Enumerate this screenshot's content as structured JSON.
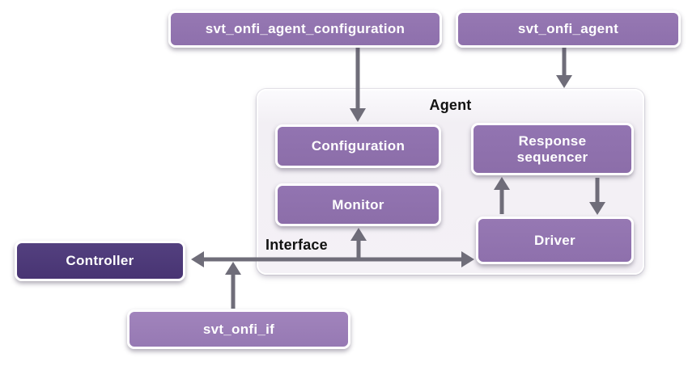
{
  "diagram": {
    "description": "ONFI VIP agent block diagram"
  },
  "nodes": {
    "svt_onfi_agent_configuration": {
      "label": "svt_onfi_agent_configuration"
    },
    "svt_onfi_agent": {
      "label": "svt_onfi_agent"
    },
    "agent": {
      "label": "Agent"
    },
    "configuration": {
      "label": "Configuration"
    },
    "monitor": {
      "label": "Monitor"
    },
    "response_sequencer": {
      "label": "Response sequencer"
    },
    "driver": {
      "label": "Driver"
    },
    "controller": {
      "label": "Controller"
    },
    "svt_onfi_if": {
      "label": "svt_onfi_if"
    }
  },
  "labels": {
    "interface": "Interface"
  },
  "colors": {
    "box_purple": "#9173ae",
    "box_purple_light": "#9b7eb7",
    "controller_purple": "#4c3880",
    "agent_container_bg": "#f4f1f6",
    "arrow_gray": "#6f6d79",
    "box_text": "#ffffff",
    "label_text": "#121212",
    "page_bg": "#ffffff"
  }
}
